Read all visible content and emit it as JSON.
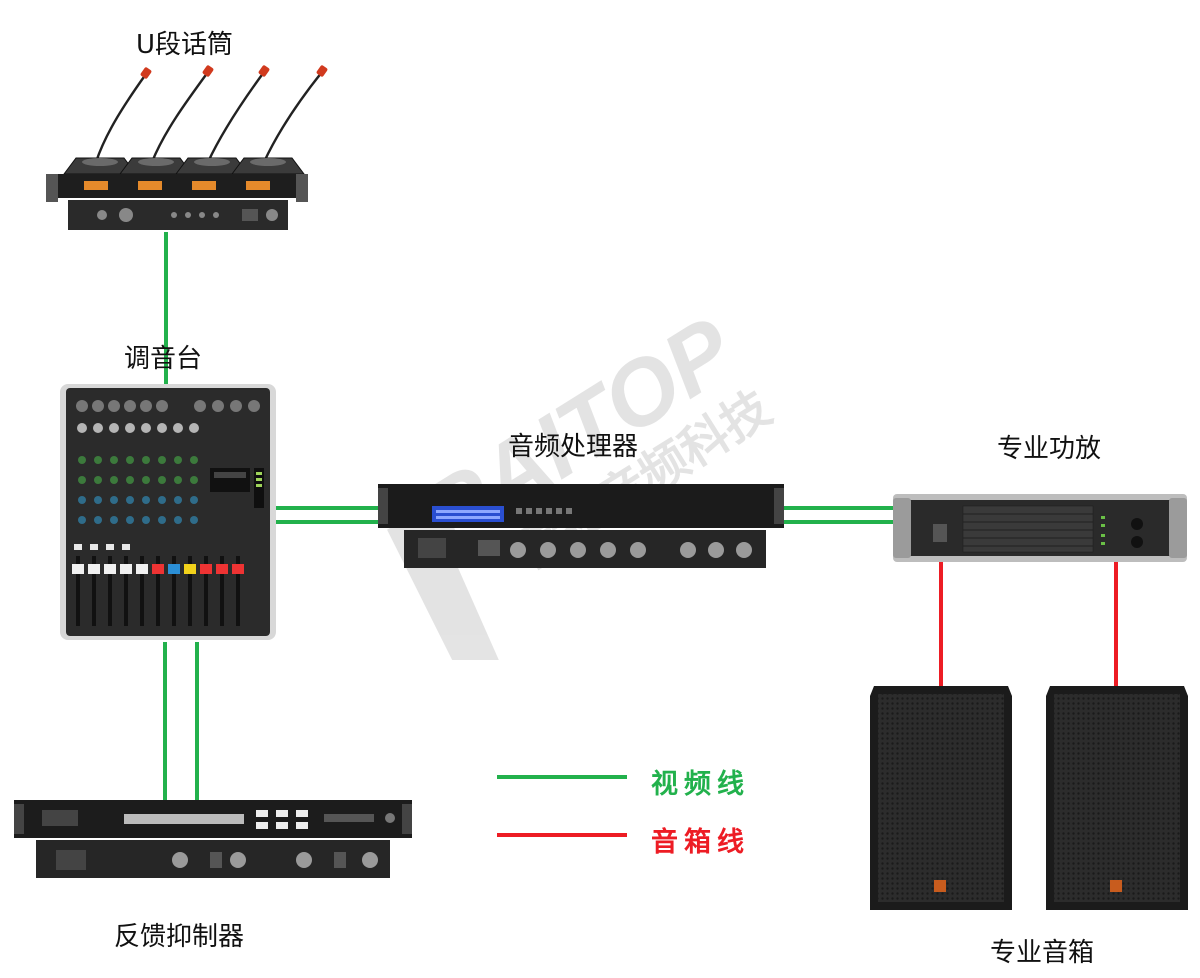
{
  "nodes": {
    "mic": "U段话筒",
    "mixer": "调音台",
    "processor": "音频处理器",
    "amplifier": "专业功放",
    "feedback": "反馈抑制器",
    "speakers": "专业音箱"
  },
  "legend": [
    {
      "label": "视频线",
      "color": "#22b14c"
    },
    {
      "label": "音箱线",
      "color": "#ed1c24"
    }
  ],
  "watermark": {
    "brand": "RAITOP",
    "sub": "雷拓音频科技"
  },
  "colors": {
    "video": "#22b14c",
    "speaker": "#ed1c24"
  }
}
